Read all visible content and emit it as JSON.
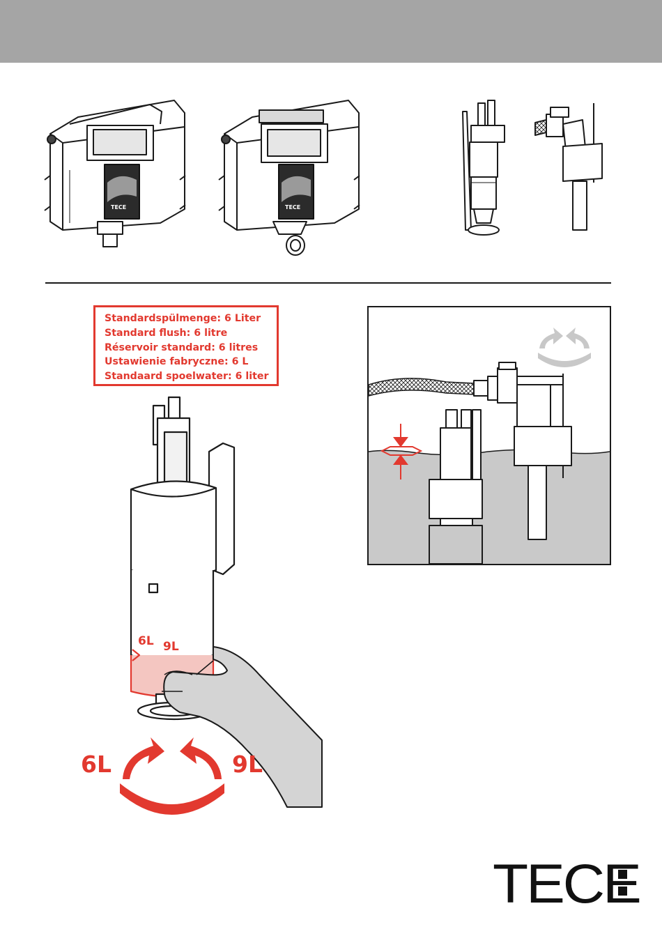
{
  "document": {
    "settings_box": {
      "lines": [
        "Standardspülmenge: 6 Liter",
        "Standard flush: 6 litre",
        "Réservoir standard: 6 litres",
        "Ustawienie fabryczne: 6 L",
        "Standaard spoelwater: 6 liter"
      ]
    },
    "product_label_1": "TECE",
    "product_label_2": "TECE",
    "valve_ring_labels": {
      "six": "6L",
      "nine": "9L"
    },
    "rotation_labels": {
      "left": "6L",
      "right": "9L"
    },
    "brand": {
      "name": "TECE"
    }
  },
  "colors": {
    "accent_red": "#e2392f",
    "header_gray": "#a5a5a5",
    "water_gray": "#c9c9c9",
    "ink": "#111111"
  },
  "icons": [
    "cistern-drawing",
    "flush-valve-drawing",
    "fill-valve-drawing",
    "hand-drawing",
    "rotate-arrows-icon",
    "level-marker-icon"
  ]
}
